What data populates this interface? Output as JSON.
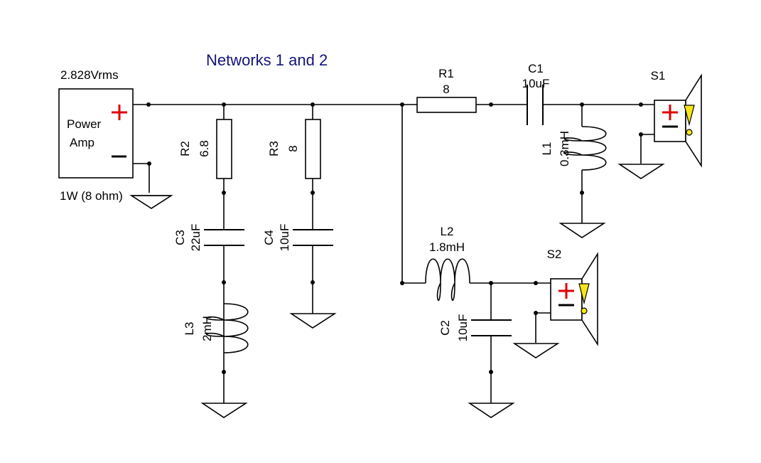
{
  "title": "Networks 1 and 2",
  "colors": {
    "title": "#14147a",
    "plus": "#e00000",
    "warning": "#f5e616",
    "wire": "#000000"
  },
  "source": {
    "voltage": "2.828Vrms",
    "name_line1": "Power",
    "name_line2": "Amp",
    "power": "1W (8 ohm)"
  },
  "components": {
    "R1": {
      "ref": "R1",
      "value": "8"
    },
    "C1": {
      "ref": "C1",
      "value": "10uF"
    },
    "L1": {
      "ref": "L1",
      "value": "0.3mH"
    },
    "R2": {
      "ref": "R2",
      "value": "6.8"
    },
    "R3": {
      "ref": "R3",
      "value": "8"
    },
    "C3": {
      "ref": "C3",
      "value": "22uF"
    },
    "C4": {
      "ref": "C4",
      "value": "10uF"
    },
    "L3": {
      "ref": "L3",
      "value": "2mH"
    },
    "L2": {
      "ref": "L2",
      "value": "1.8mH"
    },
    "C2": {
      "ref": "C2",
      "value": "10uF"
    }
  },
  "speakers": {
    "S1": {
      "ref": "S1"
    },
    "S2": {
      "ref": "S2"
    }
  }
}
